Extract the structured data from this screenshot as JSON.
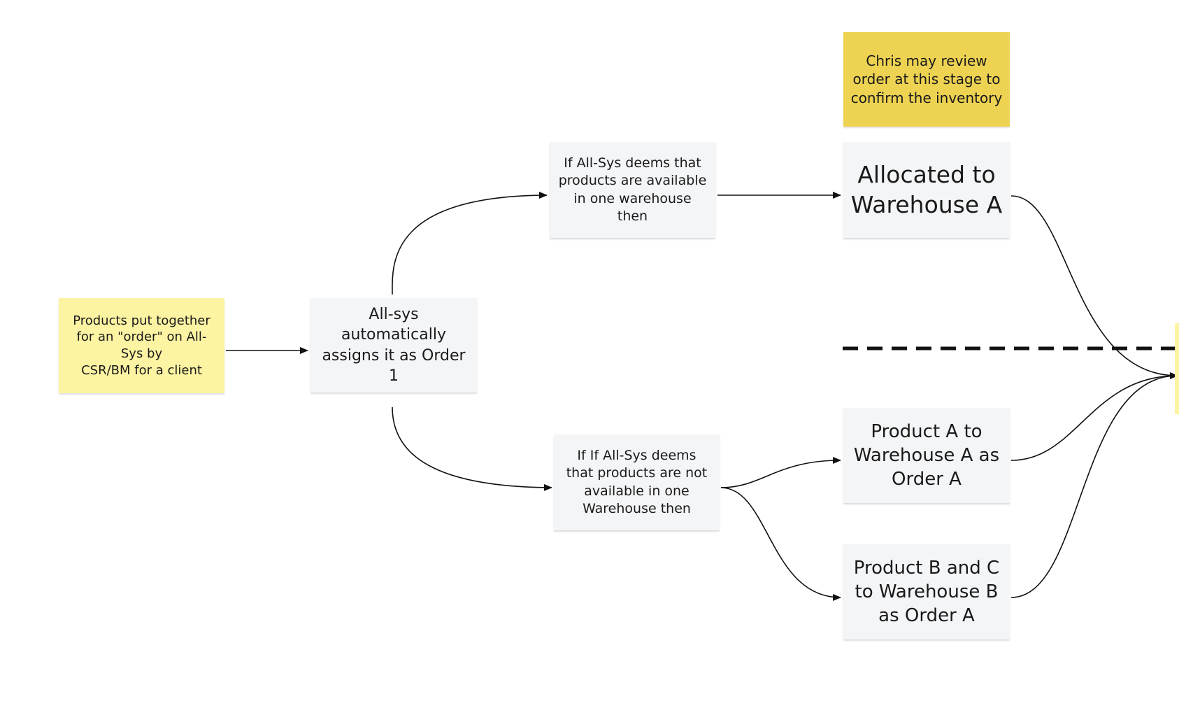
{
  "diagram": {
    "nodes": {
      "start_note": "Products put together\nfor an \"order\" on All-\nSys by\nCSR/BM for a client",
      "auto_assign": "All-sys automatically\nassigns it as Order 1",
      "one_warehouse": "If All-Sys deems that\nproducts are available\nin one warehouse then",
      "not_one_warehouse": "If If All-Sys deems\nthat products are not\navailable in one\nWarehouse then",
      "allocated_a": "Allocated to\nWarehouse A",
      "product_a": "Product A to\nWarehouse A as\nOrder A",
      "product_bc": "Product B and C\nto Warehouse B\nas Order A",
      "chris_note": "Chris may review\norder at this stage to\nconfirm the inventory"
    },
    "colors": {
      "sticky_light_yellow": "#fdf4a3",
      "sticky_gold": "#eed352",
      "card_gray": "#f4f5f7",
      "connector": "#111111"
    }
  }
}
